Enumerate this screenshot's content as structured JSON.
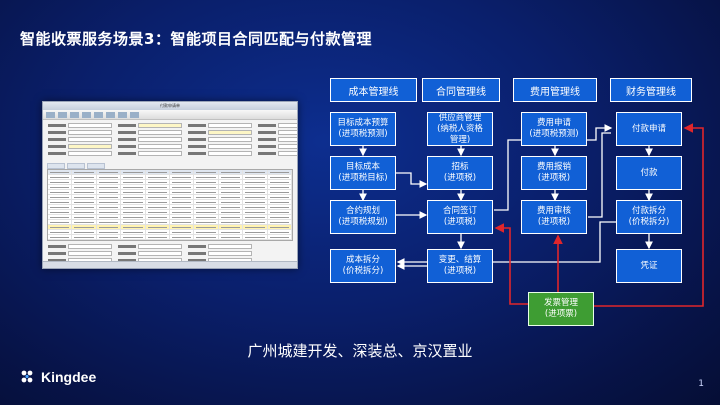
{
  "slide": {
    "title": "智能收票服务场景3：智能项目合同匹配与付款管理",
    "subtitle": "广州城建开发、深装总、京汉置业",
    "page_number": "1",
    "logo_text": "Kingdee"
  },
  "colors": {
    "box_blue": "#1160d6",
    "box_green": "#3e9d33",
    "arrow_white": "#ffffff",
    "arrow_red": "#e0262b",
    "background": "#0a1f6b"
  },
  "headers": {
    "cost": "成本管理线",
    "contract": "合同管理线",
    "expense": "费用管理线",
    "finance": "财务管理线"
  },
  "boxes": {
    "target_cost_budget": [
      "目标成本预算",
      "(进项税预测)"
    ],
    "target_cost": [
      "目标成本",
      "(进项税目标)"
    ],
    "contract_plan": [
      "合约规划",
      "(进项税规划)"
    ],
    "cost_split": [
      "成本拆分",
      "(价税拆分)"
    ],
    "supplier_mgmt": [
      "供应商管理",
      "(纳税人资格",
      "管理)"
    ],
    "bidding": [
      "招标",
      "(进项税)"
    ],
    "contract_sign": [
      "合同签订",
      "(进项税)"
    ],
    "change_settle": [
      "变更、结算",
      "(进项税)"
    ],
    "expense_apply": [
      "费用申请",
      "(进项税预测)"
    ],
    "expense_claim": [
      "费用报销",
      "(进项税)"
    ],
    "expense_review": [
      "费用审核",
      "(进项税)"
    ],
    "invoice_mgmt": [
      "发票管理",
      "(进项票)"
    ],
    "payment_apply": [
      "付款申请"
    ],
    "payment": [
      "付款"
    ],
    "payment_split": [
      "付款拆分",
      "(价税拆分)"
    ],
    "voucher": [
      "凭证"
    ]
  },
  "screenshot": {
    "window_title": "付款申请单"
  }
}
